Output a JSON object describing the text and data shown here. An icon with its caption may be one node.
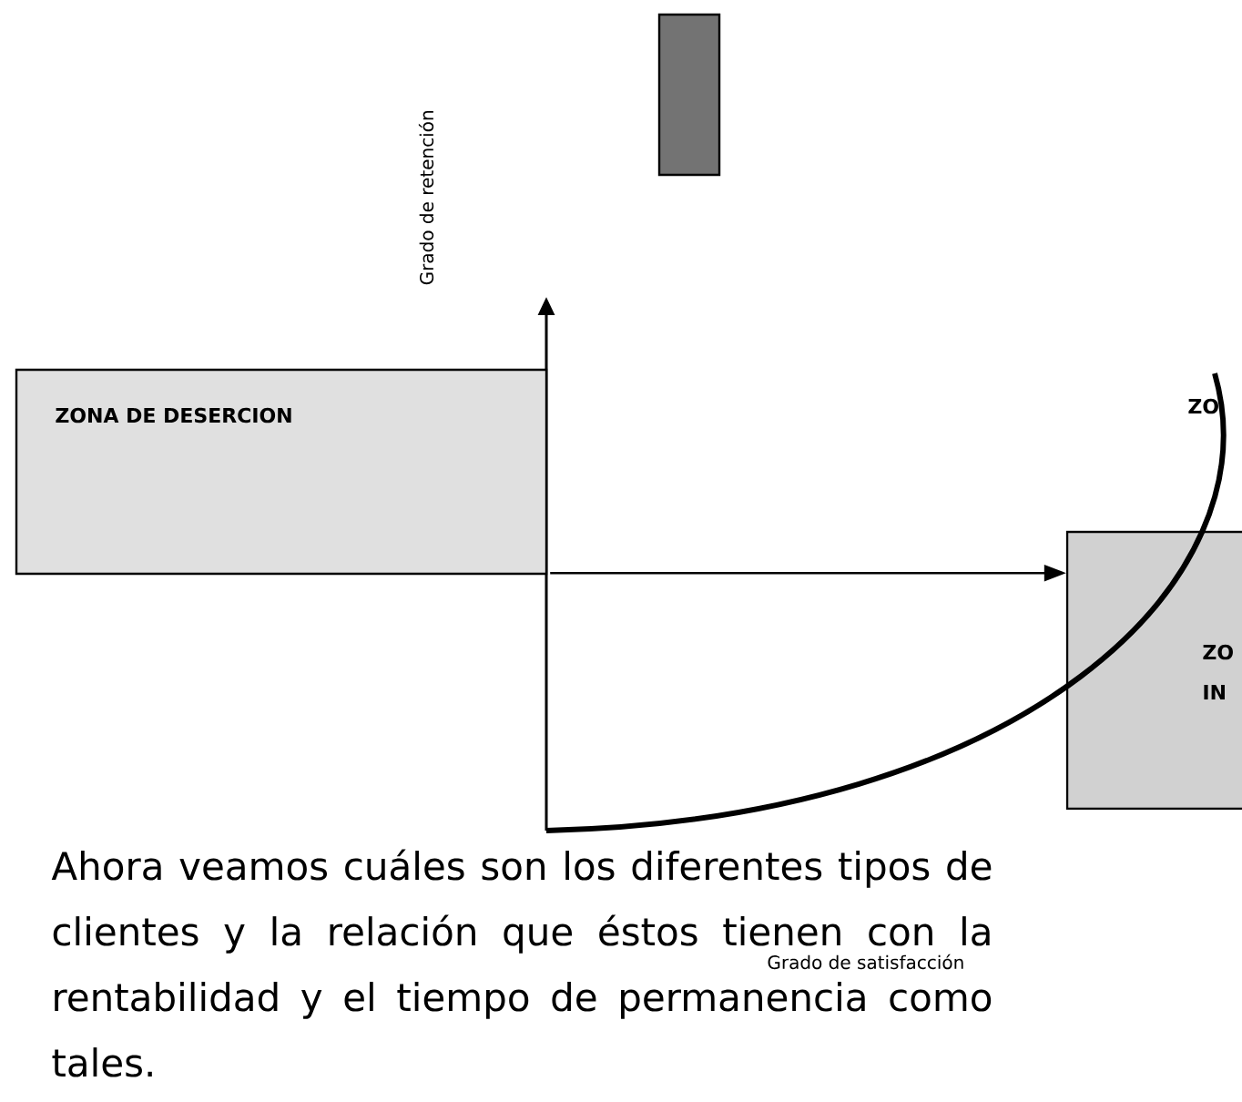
{
  "diagram": {
    "nodes": [
      {
        "text": [
          "ZONA DE DESERCION"
        ]
      },
      {
        "text": [],
        "shape": "box"
      },
      {
        "text": [
          "ZO",
          "IN"
        ]
      }
    ],
    "edges": [
      {
        "from": 0,
        "to": 2,
        "arrow": "to"
      }
    ],
    "labels": [
      "Grado de retención",
      "ZO",
      "Grado de satisfacción",
      "Ahora veamos cuáles son los diferentes tipos de clientes y la relación que éstos tienen con la rentabilidad y el tiempo de permanencia como tales."
    ]
  }
}
